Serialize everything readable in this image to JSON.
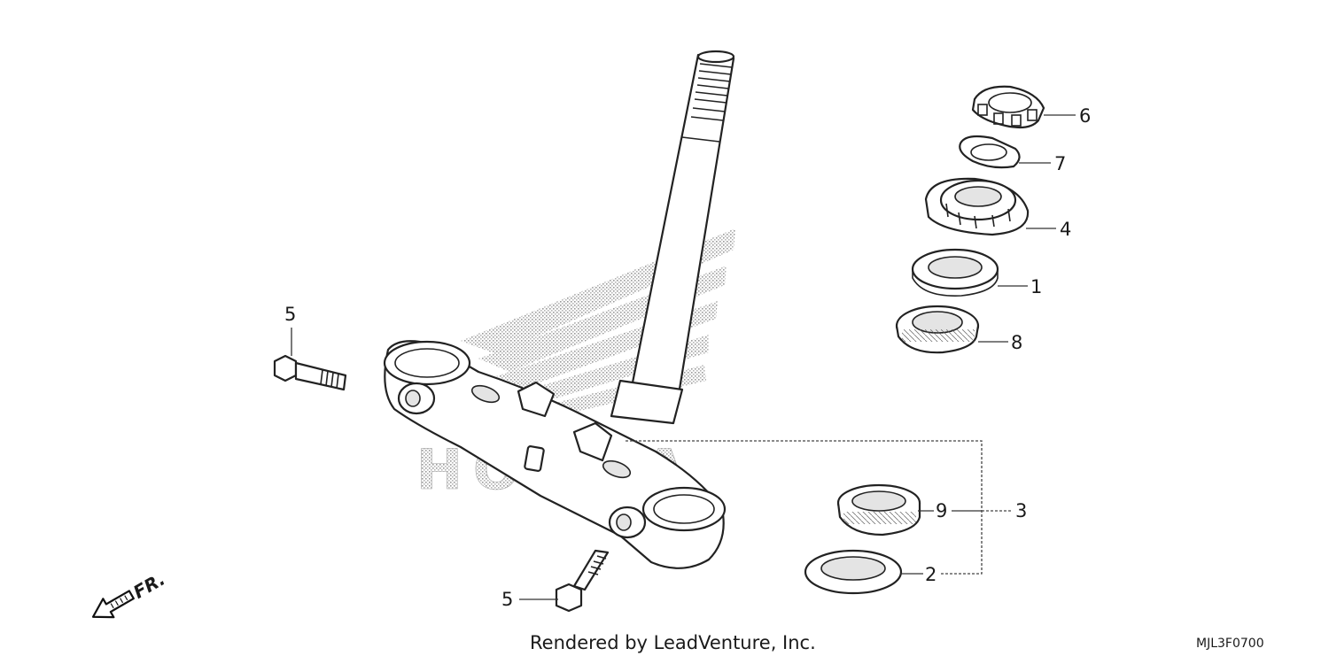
{
  "watermark": {
    "brand": "HONDA"
  },
  "callouts": [
    {
      "id": "part-6",
      "label": "6"
    },
    {
      "id": "part-7",
      "label": "7"
    },
    {
      "id": "part-4",
      "label": "4"
    },
    {
      "id": "part-1",
      "label": "1"
    },
    {
      "id": "part-8",
      "label": "8"
    },
    {
      "id": "part-5-upper",
      "label": "5"
    },
    {
      "id": "part-5-lower",
      "label": "5"
    },
    {
      "id": "part-9",
      "label": "9"
    },
    {
      "id": "part-3",
      "label": "3"
    },
    {
      "id": "part-2",
      "label": "2"
    }
  ],
  "direction_indicator": {
    "label": "FR."
  },
  "footer": {
    "credit": "Rendered by LeadVenture, Inc.",
    "diagram_code": "MJL3F0700"
  }
}
